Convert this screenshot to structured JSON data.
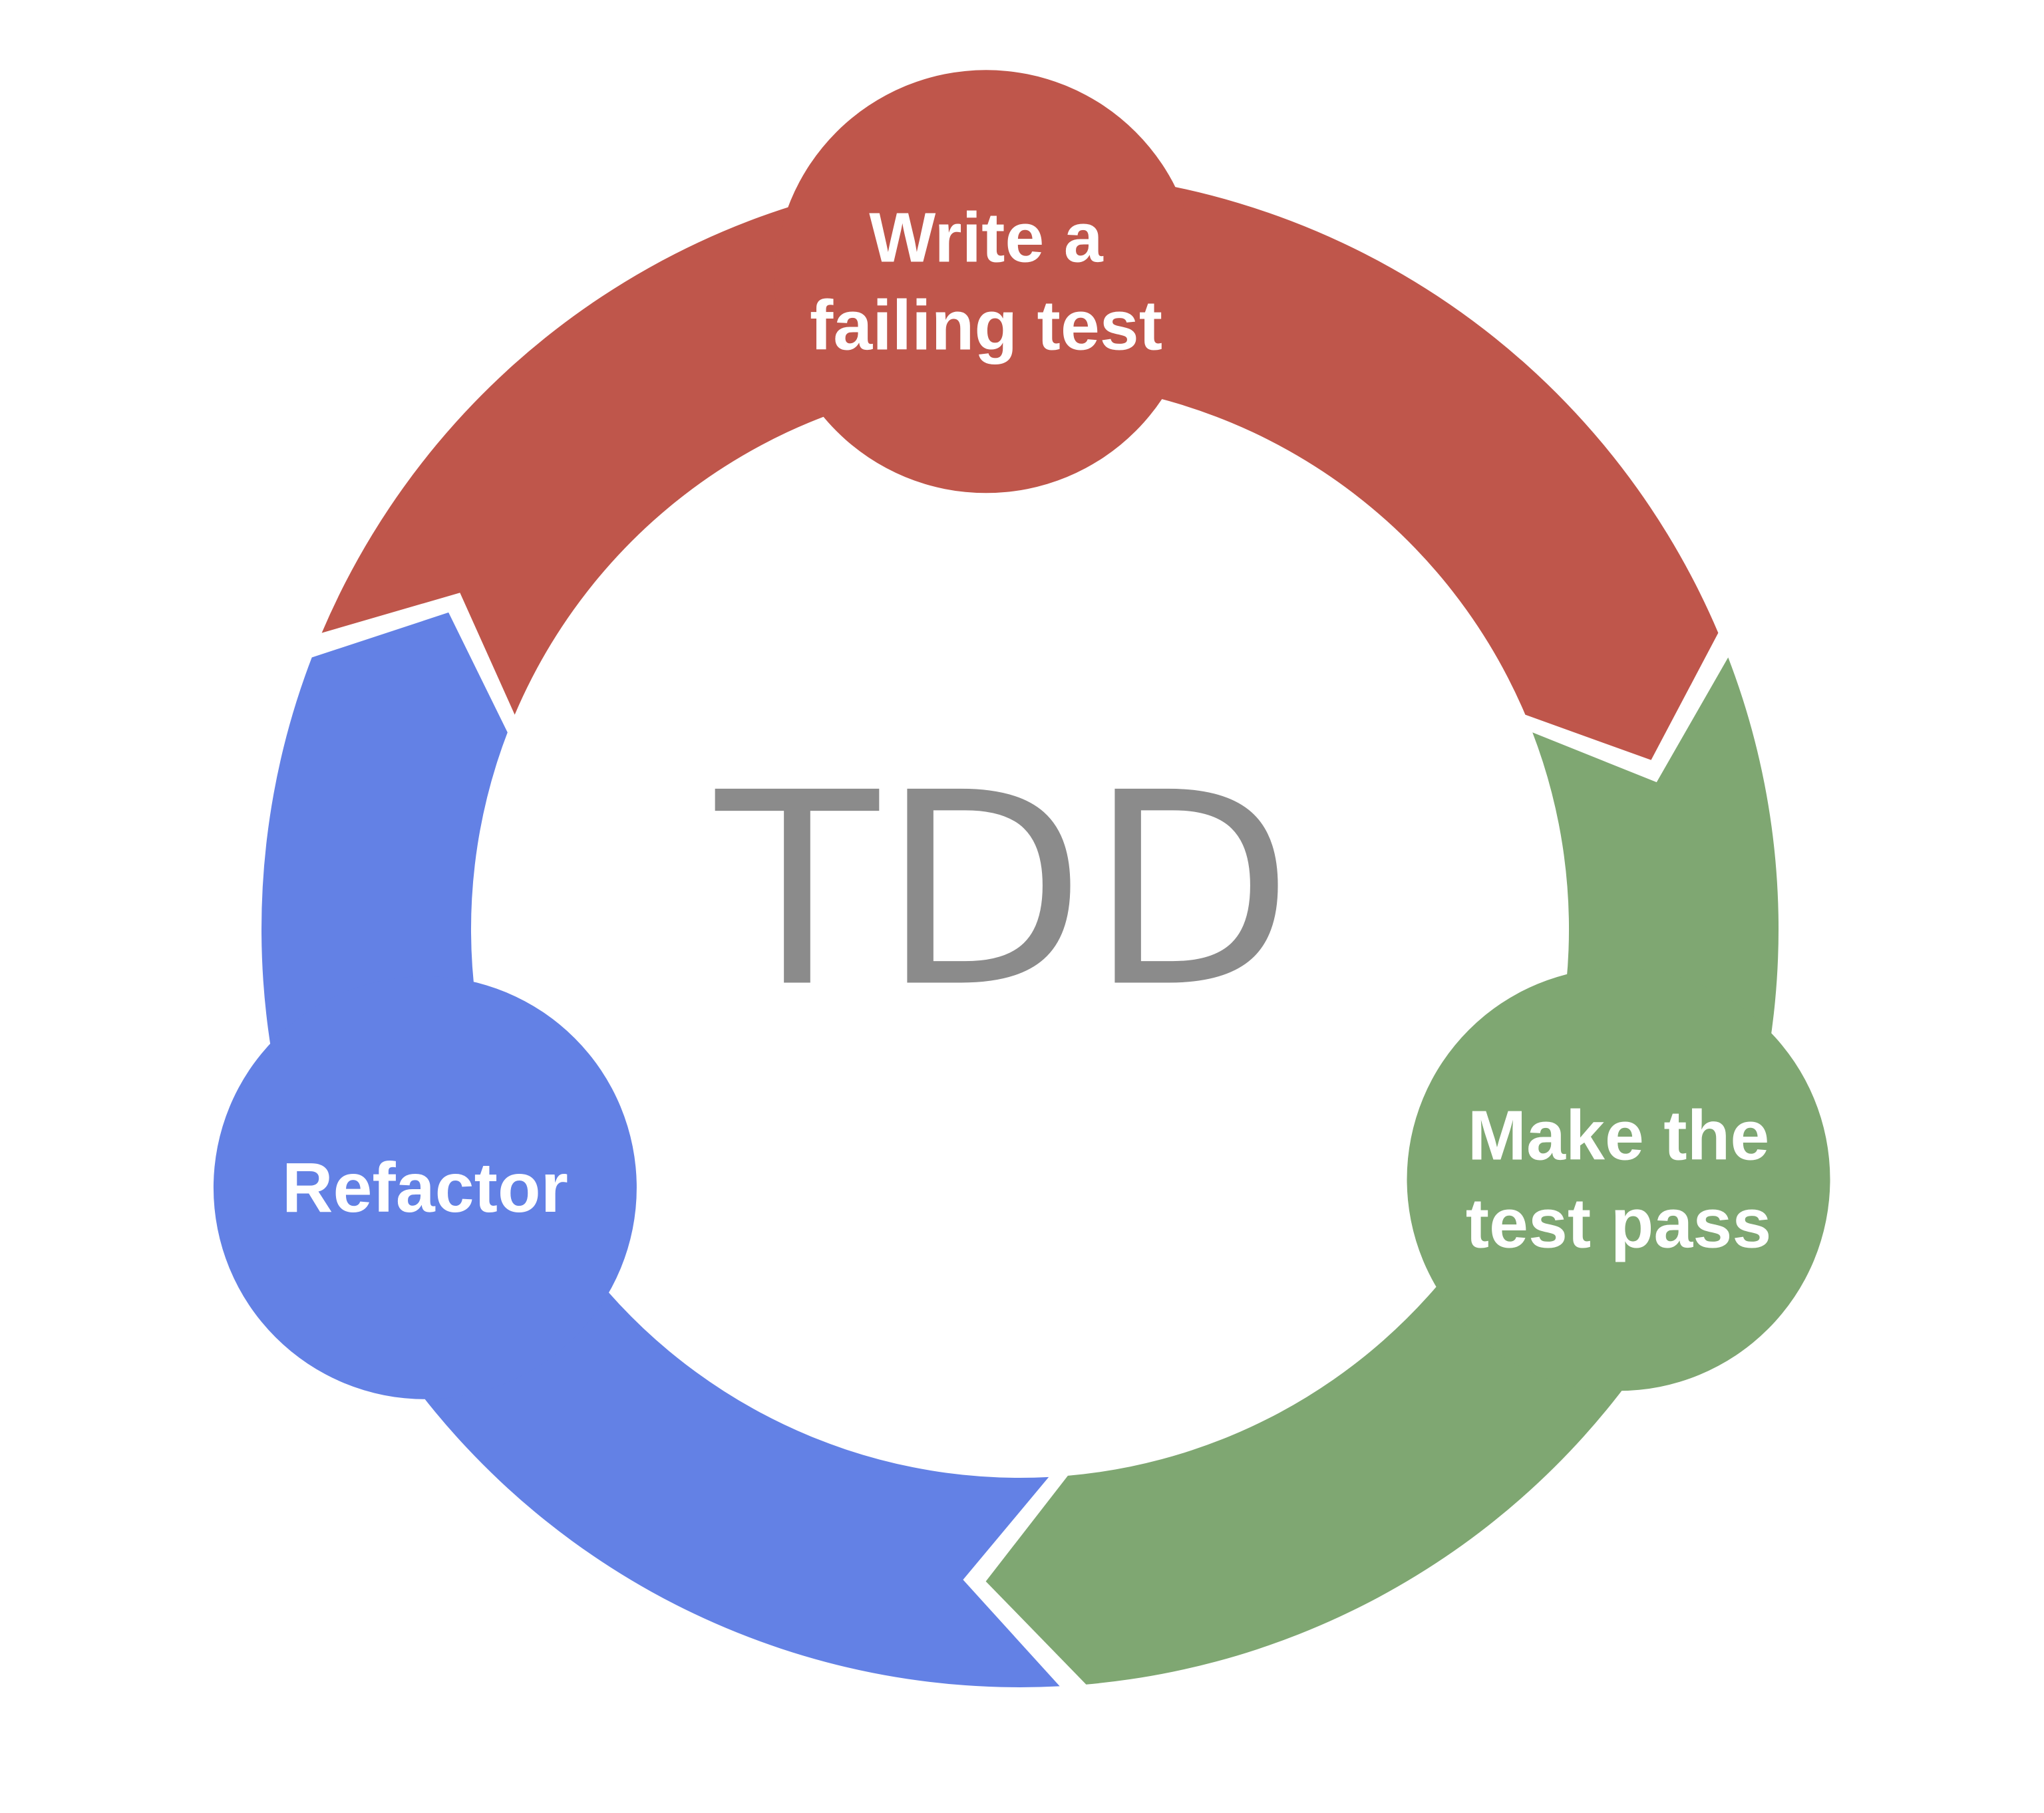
{
  "diagram": {
    "title": "TDD",
    "title_color": "#8B8B8B",
    "background_color": "#FFFFFF",
    "label_text_color": "#FFFFFF",
    "steps": [
      {
        "id": "write-failing-test",
        "label": "Write a failing test",
        "label_lines": [
          "Write a",
          "failing test"
        ],
        "color": "#BF564B"
      },
      {
        "id": "make-test-pass",
        "label": "Make the test pass",
        "label_lines": [
          "Make the",
          "test pass"
        ],
        "color": "#7FA772"
      },
      {
        "id": "refactor",
        "label": "Refactor",
        "label_lines": [
          "Refactor"
        ],
        "color": "#6381E5"
      }
    ]
  }
}
